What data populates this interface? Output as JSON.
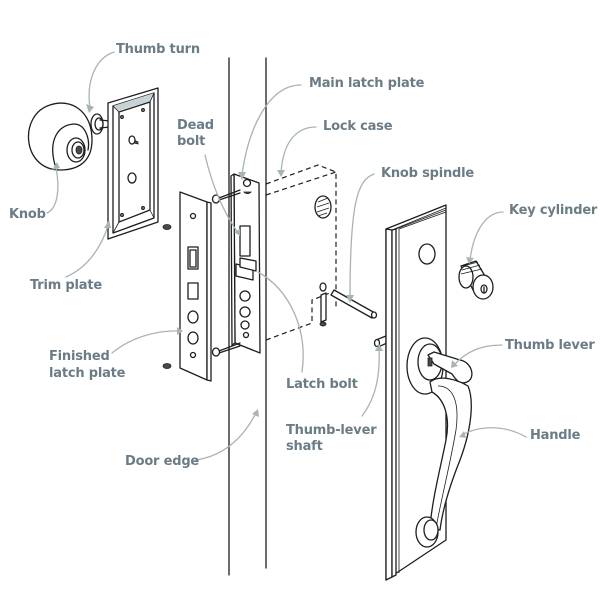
{
  "diagram": {
    "subject": "Exploded view of a mortise entry lockset",
    "label_color": "#6b7c86",
    "leader_color": "#a8b3b6",
    "labels": {
      "thumb_turn": "Thumb turn",
      "main_latch_plate": "Main latch plate",
      "dead_bolt_line1": "Dead",
      "dead_bolt_line2": "bolt",
      "lock_case": "Lock case",
      "knob_spindle": "Knob spindle",
      "key_cylinder": "Key cylinder",
      "knob": "Knob",
      "trim_plate": "Trim plate",
      "finished_latch_plate_line1": "Finished",
      "finished_latch_plate_line2": "latch plate",
      "latch_bolt": "Latch bolt",
      "thumb_lever": "Thumb lever",
      "thumb_lever_shaft_line1": "Thumb-lever",
      "thumb_lever_shaft_line2": "shaft",
      "handle": "Handle",
      "door_edge": "Door edge"
    }
  }
}
